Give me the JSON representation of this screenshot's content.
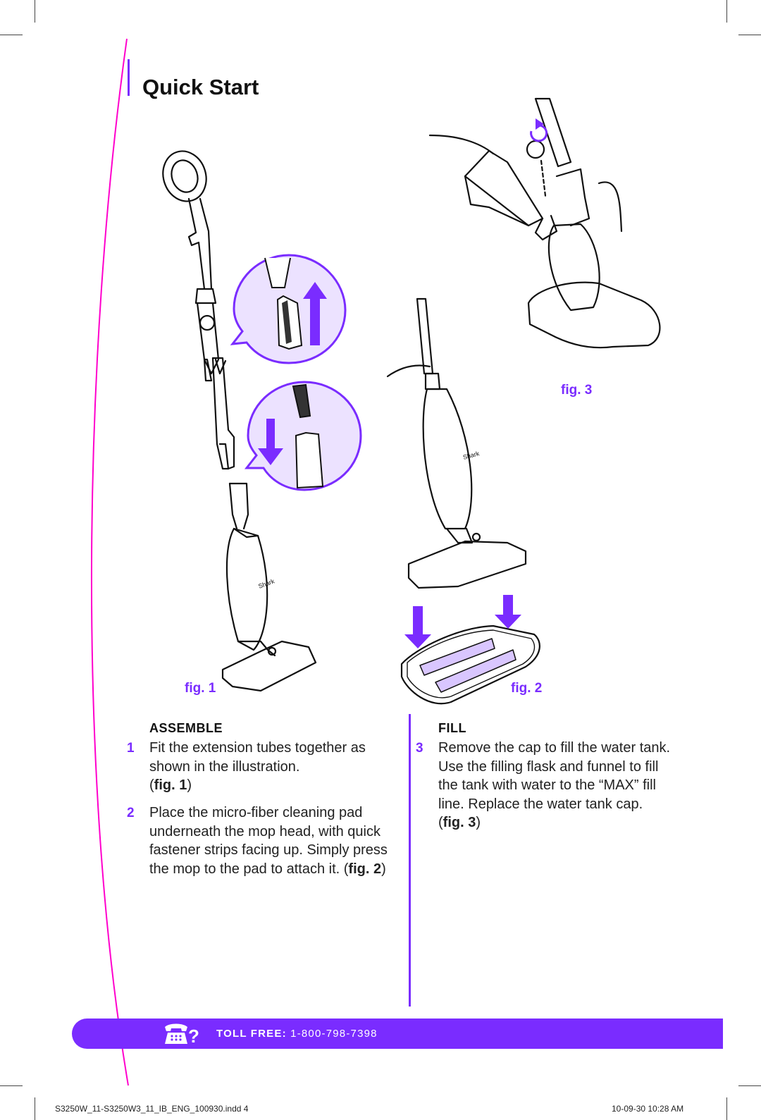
{
  "title": "Quick Start",
  "figures": {
    "fig1": "fig. 1",
    "fig2": "fig. 2",
    "fig3": "fig. 3"
  },
  "assemble": {
    "heading": "ASSEMBLE",
    "steps": [
      {
        "num": "1",
        "text": "Fit the extension tubes together as shown in the illustration.",
        "ref": "fig. 1"
      },
      {
        "num": "2",
        "text": "Place the micro-fiber cleaning pad underneath the mop head, with quick fastener strips facing up.  Simply press the mop to the pad to attach it.",
        "ref": "fig. 2"
      }
    ]
  },
  "fill": {
    "heading": "FILL",
    "steps": [
      {
        "num": "3",
        "text": "Remove the cap to fill the water tank.  Use the filling flask and funnel to fill the tank with water to the “MAX” fill line. Replace the water tank cap.",
        "ref": "fig. 3"
      }
    ]
  },
  "toll": {
    "label": "TOLL FREE:",
    "number": "1-800-798-7398"
  },
  "footer": {
    "file": "S3250W_11-S3250W3_11_IB_ENG_100930.indd   4",
    "timestamp": "10-09-30   10:28 AM"
  },
  "brand_mark": "Shark",
  "colors": {
    "accent": "#7a2cff",
    "magenta_line": "#ff00cc",
    "lavender": "#ece2ff"
  },
  "icons": [
    "phone-icon",
    "rotate-arrow-icon",
    "arrow-up-icon",
    "arrow-down-icon"
  ]
}
